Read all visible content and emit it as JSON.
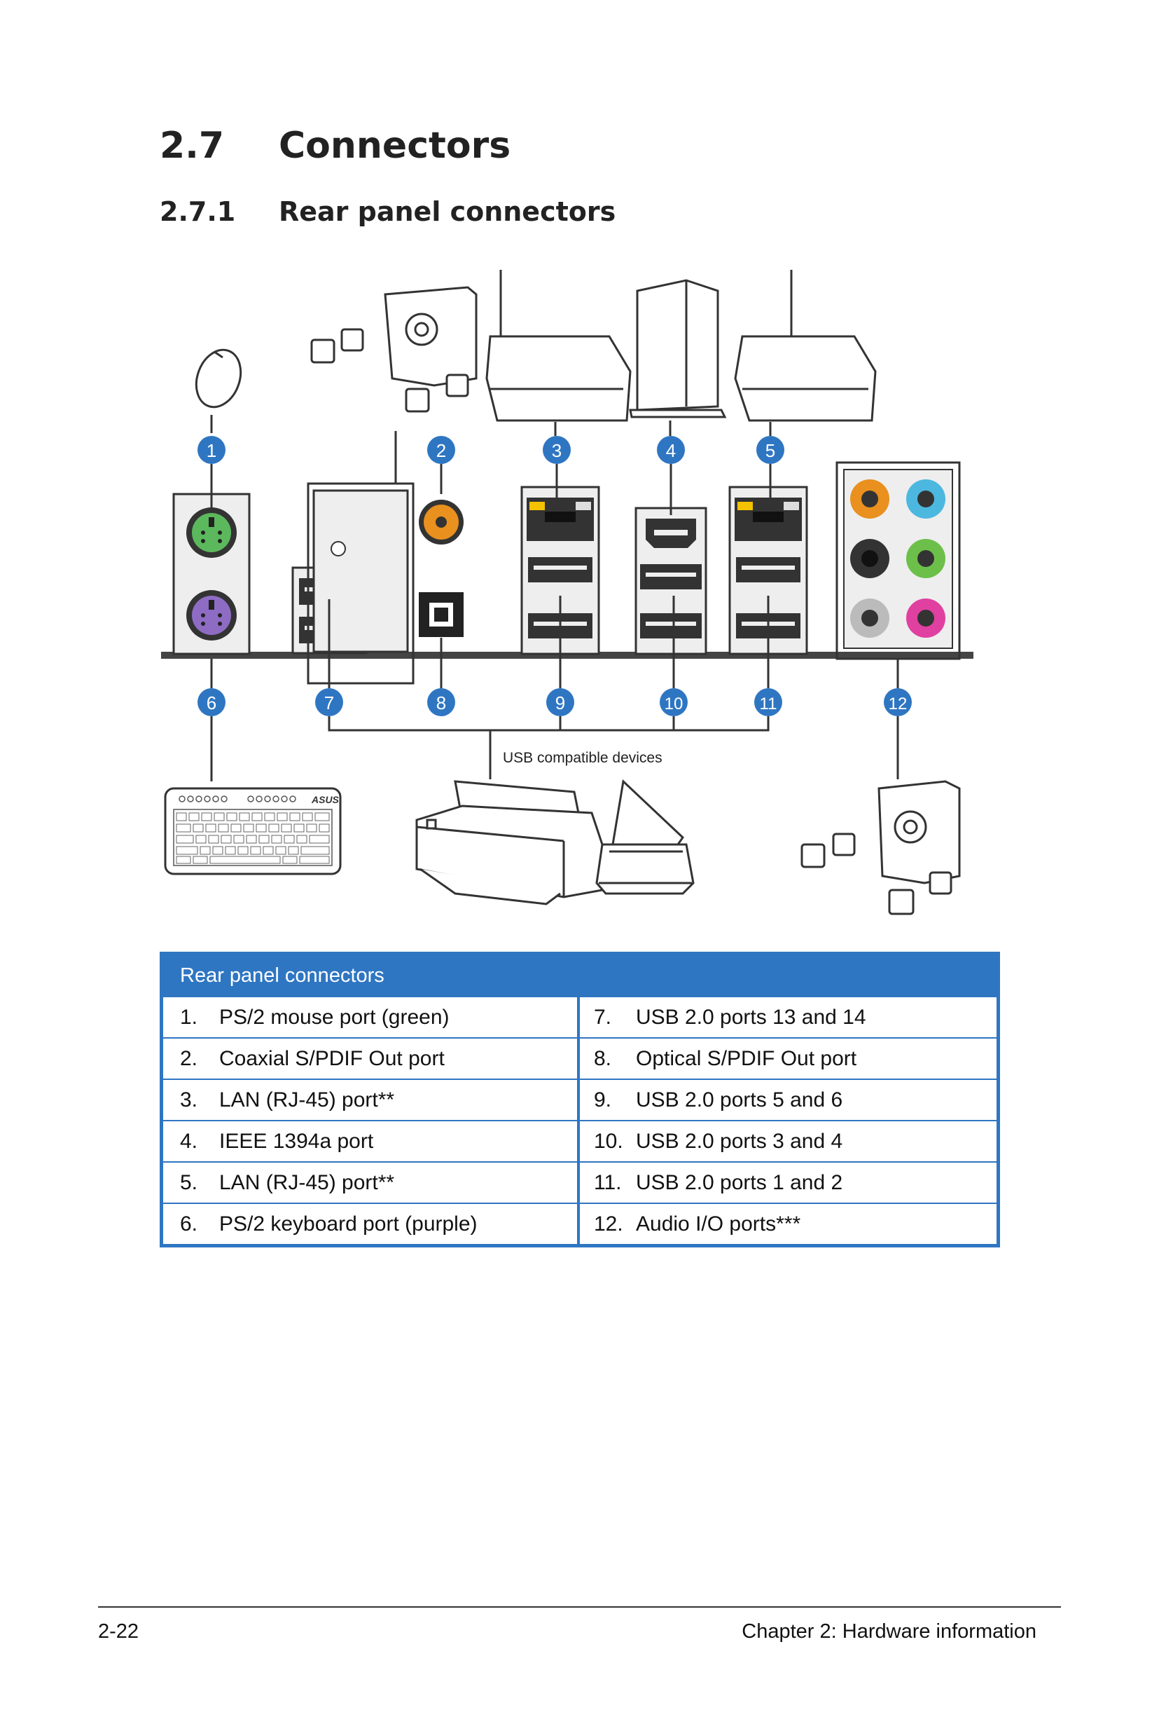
{
  "heading": {
    "number": "2.7",
    "title": "Connectors"
  },
  "subheading": {
    "number": "2.7.1",
    "title": "Rear panel connectors"
  },
  "diagram": {
    "callouts_top": [
      "1",
      "2",
      "3",
      "4",
      "5"
    ],
    "callouts_bottom": [
      "6",
      "7",
      "8",
      "9",
      "10",
      "11",
      "12"
    ],
    "usb_caption": "USB compatible devices",
    "keyboard_brand": "ASUS",
    "colors": {
      "callout": "#2f76c2",
      "ps2_mouse": "#5cb85c",
      "ps2_keyboard": "#8e6cc4",
      "coax": "#e9901e",
      "lan_led": "#f5c200",
      "audio_orange": "#e9901e",
      "audio_blue": "#4cb8e0",
      "audio_black": "#333333",
      "audio_green": "#6cc04a",
      "audio_gray": "#bbbbbb",
      "audio_pink": "#e040a0"
    }
  },
  "table": {
    "title": "Rear panel connectors",
    "rows": [
      {
        "ln": "1.",
        "lt": "PS/2 mouse port (green)",
        "rn": "7.",
        "rt": "USB 2.0 ports 13 and 14"
      },
      {
        "ln": "2.",
        "lt": "Coaxial S/PDIF Out port",
        "rn": "8.",
        "rt": "Optical S/PDIF Out port"
      },
      {
        "ln": "3.",
        "lt": "LAN (RJ-45) port**",
        "rn": "9.",
        "rt": "USB 2.0 ports 5 and 6"
      },
      {
        "ln": "4.",
        "lt": "IEEE 1394a port",
        "rn": "10.",
        "rt": "USB 2.0 ports 3 and 4"
      },
      {
        "ln": "5.",
        "lt": "LAN (RJ-45) port**",
        "rn": "11.",
        "rt": "USB 2.0 ports 1 and 2"
      },
      {
        "ln": "6.",
        "lt": "PS/2 keyboard port (purple)",
        "rn": "12.",
        "rt": "Audio I/O ports***"
      }
    ]
  },
  "footer": {
    "page": "2-22",
    "chapter": "Chapter 2: Hardware information"
  }
}
